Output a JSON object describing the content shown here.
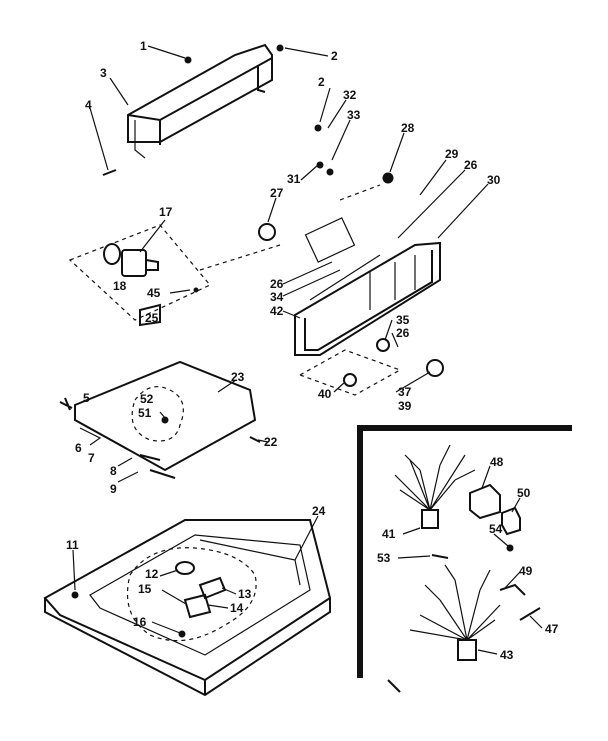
{
  "callouts": {
    "c1": "1",
    "c2a": "2",
    "c2b": "2",
    "c3": "3",
    "c4": "4",
    "c32": "32",
    "c33": "33",
    "c28": "28",
    "c29": "29",
    "c26a": "26",
    "c30": "30",
    "c31": "31",
    "c27": "27",
    "c17": "17",
    "c18": "18",
    "c45": "45",
    "c25": "25",
    "c26b": "26",
    "c34": "34",
    "c42": "42",
    "c35": "35",
    "c26c": "26",
    "c23": "23",
    "c5": "5",
    "c52": "52",
    "c51": "51",
    "c6": "6",
    "c7": "7",
    "c22": "22",
    "c8": "8",
    "c9": "9",
    "c40": "40",
    "c37": "37",
    "c39": "39",
    "c48": "48",
    "c50": "50",
    "c41": "41",
    "c54": "54",
    "c53": "53",
    "c49": "49",
    "c47": "47",
    "c43": "43",
    "c24": "24",
    "c11": "11",
    "c12": "12",
    "c15": "15",
    "c13": "13",
    "c14": "14",
    "c16": "16"
  }
}
